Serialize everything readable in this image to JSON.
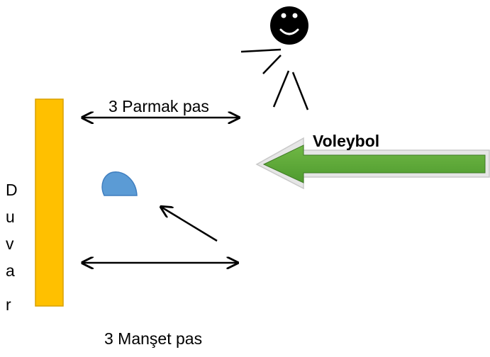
{
  "labels": {
    "finger_pass": "3 Parmak pas",
    "forearm_pass": "3 Manşet pas",
    "volleyball": "Voleybol",
    "wall_letters": [
      "D",
      "u",
      "v",
      "a",
      "r"
    ]
  },
  "colors": {
    "wall_fill": "#FFC000",
    "wall_border": "#D9A000",
    "ball_fill": "#5B9BD5",
    "ball_stroke": "#3F7EBF",
    "arrow_green": "#5FA63A",
    "arrow_green_dark": "#3F7A25",
    "stroke": "#000000"
  },
  "icons": {
    "person": "stick-figure-icon",
    "ball": "ball-icon",
    "big_arrow": "left-arrow-icon"
  }
}
